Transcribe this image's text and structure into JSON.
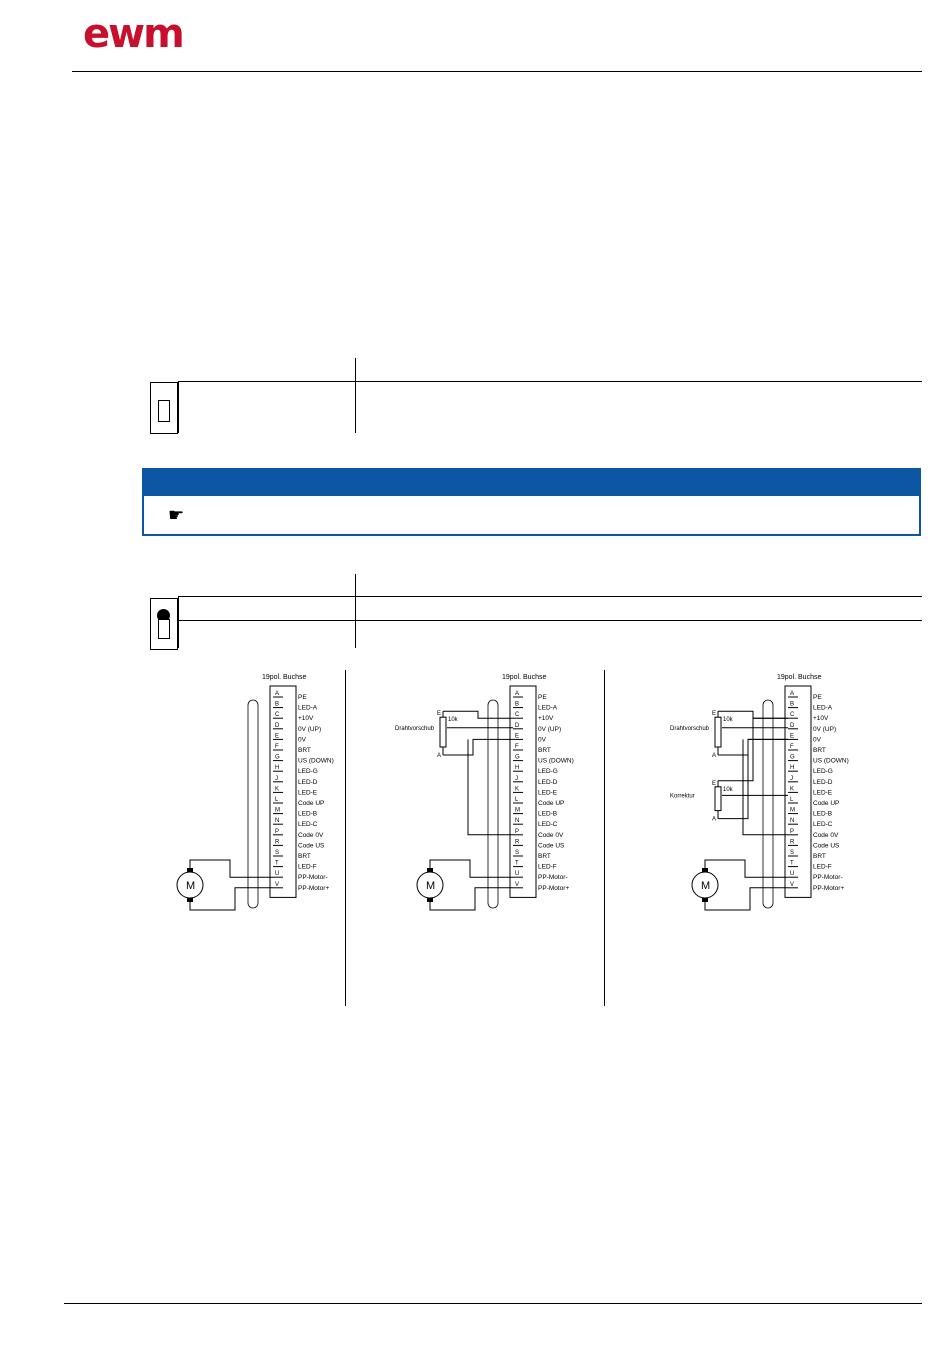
{
  "header": {
    "logo_text": "ewm",
    "logo_color": "#c8102e"
  },
  "note": {
    "bar_color": "#0c56a4",
    "icon": "pointing-hand-icon",
    "icon_glyph": "☛"
  },
  "diagrams": [
    {
      "socket_title": "19pol. Buchse",
      "pins": [
        "A",
        "B",
        "C",
        "D",
        "E",
        "F",
        "G",
        "H",
        "J",
        "K",
        "L",
        "M",
        "N",
        "P",
        "R",
        "S",
        "T",
        "U",
        "V"
      ],
      "signals": [
        "PE",
        "LED-A",
        "+10V",
        "0V (UP)",
        "0V",
        "BRT",
        "US (DOWN)",
        "LED-G",
        "LED-D",
        "LED-E",
        "Code UP",
        "LED-B",
        "LED-C",
        "Code 0V",
        "Code US",
        "BRT",
        "LED-F",
        "PP-Motor-",
        "PP-Motor+"
      ],
      "motor_label": "M"
    },
    {
      "socket_title": "19pol. Buchse",
      "pins": [
        "A",
        "B",
        "C",
        "D",
        "E",
        "F",
        "G",
        "H",
        "J",
        "K",
        "L",
        "M",
        "N",
        "P",
        "R",
        "S",
        "T",
        "U",
        "V"
      ],
      "signals": [
        "PE",
        "LED-A",
        "+10V",
        "0V (UP)",
        "0V",
        "BRT",
        "US (DOWN)",
        "LED-G",
        "LED-D",
        "LED-E",
        "Code UP",
        "LED-B",
        "LED-C",
        "Code 0V",
        "Code US",
        "BRT",
        "LED-F",
        "PP-Motor-",
        "PP-Motor+"
      ],
      "motor_label": "M",
      "pot_label": "Drahtvorschub",
      "pot_value": "10k",
      "pot_e": "E",
      "pot_a": "A"
    },
    {
      "socket_title": "19pol. Buchse",
      "pins": [
        "A",
        "B",
        "C",
        "D",
        "E",
        "F",
        "G",
        "H",
        "J",
        "K",
        "L",
        "M",
        "N",
        "P",
        "R",
        "S",
        "T",
        "U",
        "V"
      ],
      "signals": [
        "PE",
        "LED-A",
        "+10V",
        "0V (UP)",
        "0V",
        "BRT",
        "US (DOWN)",
        "LED-G",
        "LED-D",
        "LED-E",
        "Code UP",
        "LED-B",
        "LED-C",
        "Code 0V",
        "Code US",
        "BRT",
        "LED-F",
        "PP-Motor-",
        "PP-Motor+"
      ],
      "motor_label": "M",
      "pot1_label": "Drahtvorschub",
      "pot2_label": "Korrektur",
      "pot_value": "10k",
      "pot_e": "E",
      "pot_a": "A"
    }
  ]
}
